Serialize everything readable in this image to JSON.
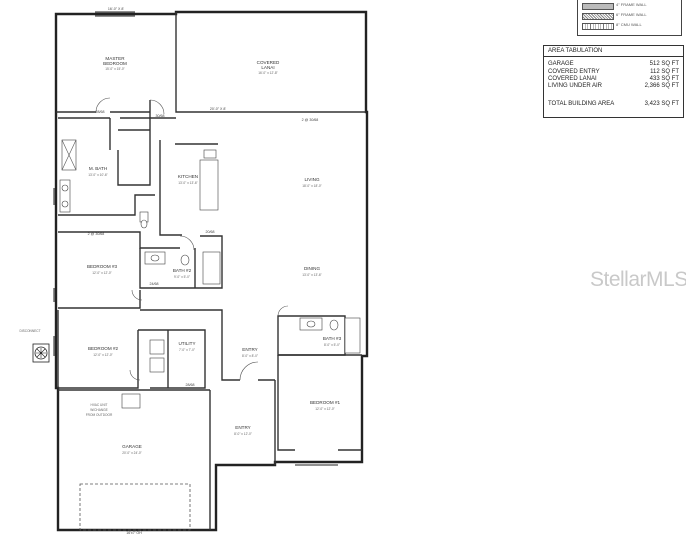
{
  "legend": {
    "items": [
      {
        "label": "4\" FRAME WALL",
        "style": "solid-hatch"
      },
      {
        "label": "6\" FRAME WALL",
        "style": "diagonal-hatch"
      },
      {
        "label": "8\" CMU WALL",
        "style": "grid-hatch"
      }
    ]
  },
  "area_tabulation": {
    "title": "AREA TABULATION",
    "rows": [
      {
        "name": "GARAGE",
        "value": "512 SQ FT"
      },
      {
        "name": "COVERED ENTRY",
        "value": "112 SQ FT"
      },
      {
        "name": "COVERED LANAI",
        "value": "433 SQ FT"
      },
      {
        "name": "LIVING UNDER AIR",
        "value": "2,366 SQ FT"
      }
    ],
    "total": {
      "name": "TOTAL BUILDING AREA",
      "value": "3,423 SQ FT"
    }
  },
  "rooms": {
    "master_bedroom": {
      "name": "MASTER\nBEDROOM",
      "size": "15'-0\" x 15'-0\""
    },
    "covered_lanai": {
      "name": "COVERED\nLANAI",
      "size": "16'-0\" x 12'-8\""
    },
    "m_bath": {
      "name": "M. BATH",
      "size": "13'-0\" x 10'-6\""
    },
    "kitchen": {
      "name": "KITCHEN",
      "size": "13'-0\" x 13'-6\""
    },
    "living": {
      "name": "LIVING",
      "size": "18'-0\" x 18'-0\""
    },
    "bedroom_3": {
      "name": "BEDROOM #3",
      "size": "12'-0\" x 12'-0\""
    },
    "bath_2": {
      "name": "BATH #2",
      "size": "9'-0\" x 5'-0\""
    },
    "dining": {
      "name": "DINING",
      "size": "13'-0\" x 13'-6\""
    },
    "bedroom_2": {
      "name": "BEDROOM #2",
      "size": "12'-0\" x 12'-0\""
    },
    "utility": {
      "name": "UTILITY",
      "size": "7'-0\" x 7'-0\""
    },
    "entry": {
      "name": "ENTRY",
      "size": "8'-0\" x 8'-0\""
    },
    "bath_3": {
      "name": "BATH #3",
      "size": "8'-0\" x 5'-0\""
    },
    "bedroom_1": {
      "name": "BEDROOM #1",
      "size": "12'-0\" x 12'-0\""
    },
    "garage": {
      "name": "GARAGE",
      "size": "20'-0\" x 24'-0\""
    },
    "covered_entry": {
      "name": "ENTRY",
      "size": "8'-0\" x 12'-0\""
    }
  },
  "notes": {
    "hvac": "HVAC UNIT\nW/CHANGE\nFROM OUTDOOR",
    "disconnect": "DISCONNECT"
  },
  "dimensions": {
    "top": "16'-0\" X 8'",
    "lanai_opening": "20'-0\" X 8'",
    "sliding": "2 @ 30/68",
    "bath_door": "2 @ 30/68",
    "garage_door": "16'x7' OH",
    "door_2868": "28/68",
    "door_3068": "30/68",
    "door_2068": "20/68",
    "door_2468": "24/68"
  },
  "watermark": "StellarMLS"
}
